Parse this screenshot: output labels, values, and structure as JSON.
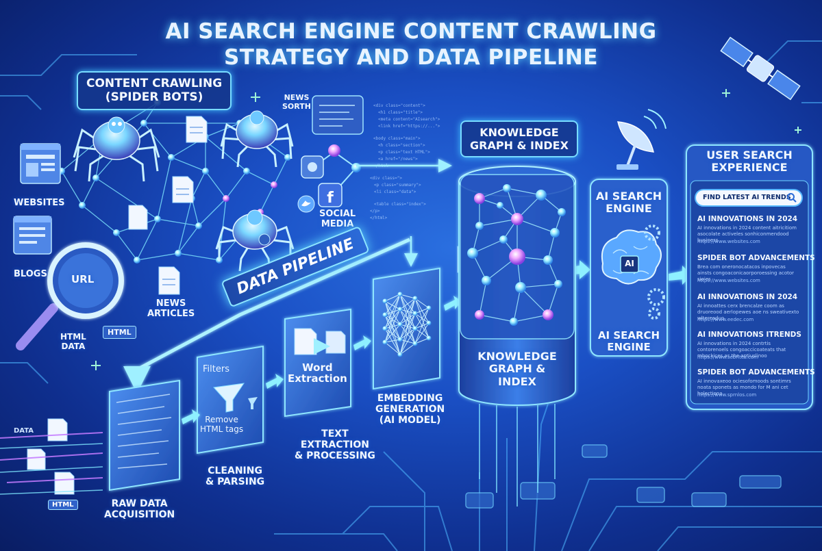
{
  "title": {
    "line1": "AI SEARCH ENGINE CONTENT CRAWLING",
    "line2": "STRATEGY AND DATA PIPELINE"
  },
  "crawling": {
    "heading_line1": "CONTENT CRAWLING",
    "heading_line2": "(SPIDER BOTS)",
    "websites": "WEBSITES",
    "blogs": "BLOGS",
    "url": "URL",
    "html_data_line1": "HTML",
    "html_data_line2": "DATA",
    "html_badge": "HTML",
    "news_articles_line1": "NEWS",
    "news_articles_line2": "ARTICLES",
    "news_source_line1": "NEWS",
    "news_source_line2": "SORTH",
    "social_line1": "SOCIAL",
    "social_line2": "MEDIA"
  },
  "pipeline": {
    "banner": "DATA PIPELINE",
    "stages": [
      {
        "label_line1": "RAW DATA",
        "label_line2": "ACQUISITION",
        "label_line3": ""
      },
      {
        "label_line1": "CLEANING",
        "label_line2": "& PARSING",
        "label_line3": ""
      },
      {
        "label_line1": "TEXT",
        "label_line2": "EXTRACTION",
        "label_line3": "& PROCESSING"
      },
      {
        "label_line1": "EMBEDDING",
        "label_line2": "GENERATION",
        "label_line3": "(AI MODEL)"
      }
    ],
    "filters_text": "Filters",
    "remove_line1": "Remove",
    "remove_line2": "HTML tags",
    "word_line1": "Word",
    "word_line2": "Extraction",
    "data_tag": "DATA",
    "html_tag": "HTML"
  },
  "knowledge_graph": {
    "top_line1": "KNOWLEDGE",
    "top_line2": "GRAPH & INDEX",
    "bottom_line1": "KNOWLEDGE",
    "bottom_line2": "GRAPH & INDEX"
  },
  "ai_engine": {
    "top_line1": "AI SEARCH",
    "top_line2": "ENGINE",
    "chip": "AI",
    "bottom_line1": "AI SEARCH",
    "bottom_line2": "ENGINE"
  },
  "user_search": {
    "heading_line1": "USER SEARCH",
    "heading_line2": "EXPERIENCE",
    "query": "FIND LATEST AI TRENDS",
    "results": [
      {
        "title": "AI INNOVATIONS IN 2024",
        "snippet": "AI innovations in 2024 content aitricitiom asocolate activeles sonhiconmendood business",
        "url": "https://www.websites.com"
      },
      {
        "title": "SPIDER BOT ADVANCEMENTS",
        "snippet": "Brea com oneronocatacos inpovecas ainsts congoaconicaorporoessing acotor sioies",
        "url": "https://www.websites.com"
      },
      {
        "title": "AI INNOVATIONS IN 2024",
        "snippet": "AI innoattes cerx brencalze coom as druoreood aerlopewes aoe ns sweativexto wltereaduo",
        "url": "https://www.eedec.com"
      },
      {
        "title": "AI INNOVATIONS ITRENDS",
        "snippet": "AI innovations in 2024 contrtis contorenoels congoaccicoateats that mbockices as the aptiuslinoo",
        "url": "https://www.sebrites.com"
      },
      {
        "title": "SPIDER BOT ADVANCEMENTS",
        "snippet": "AI innovaxeoo ociesofomoods sontimrs noata sponets as mondo for M ani cet holectiona",
        "url": "https://www.sprnlos.com"
      }
    ]
  },
  "colors": {
    "accent": "#7fe3ff",
    "node": "#9ef0ff",
    "node_pink": "#e58cff",
    "background": "#1a4fc4"
  },
  "icons": [
    "spider-bot-icon",
    "document-icon",
    "magnifier-icon",
    "facebook-icon",
    "twitter-icon",
    "satellite-icon",
    "radar-dish-icon",
    "brain-icon",
    "gear-icon",
    "search-icon",
    "funnel-icon",
    "neural-net-icon"
  ]
}
